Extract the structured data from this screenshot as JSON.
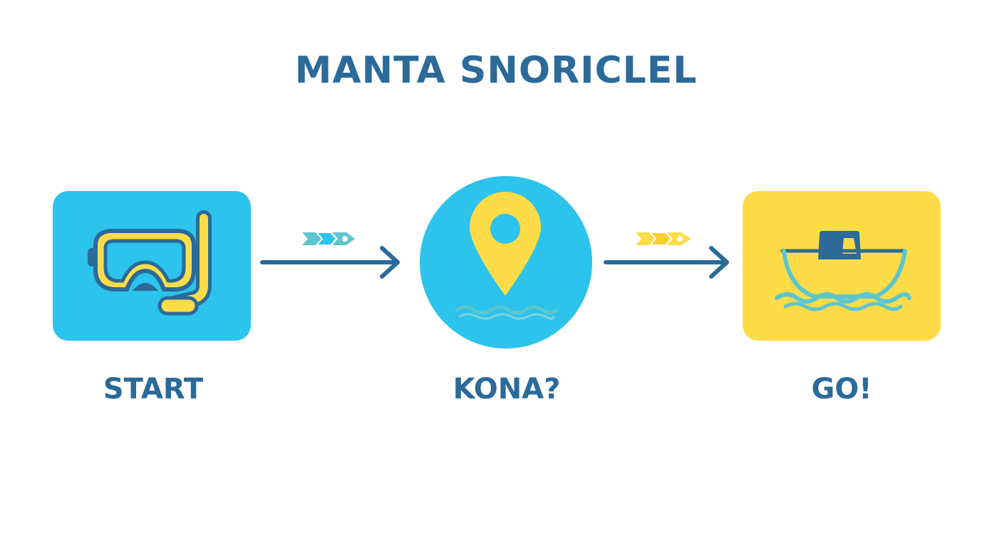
{
  "title": "MANTA SNORICLEL",
  "colors": {
    "dark_blue": "#2b6a99",
    "sky_blue": "#2cc3ec",
    "yellow": "#fddc48",
    "teal_wave": "#5cc6cf",
    "background": "#ffffff"
  },
  "steps": [
    {
      "label": "START",
      "icon": "snorkel-mask-icon",
      "shape": "rounded-square",
      "fill": "sky_blue"
    },
    {
      "label": "KONA?",
      "icon": "location-pin-icon",
      "shape": "circle",
      "fill": "sky_blue"
    },
    {
      "label": "GO!",
      "icon": "boat-icon",
      "shape": "rounded-square",
      "fill": "yellow"
    }
  ],
  "connectors": [
    {
      "from": "START",
      "to": "KONA?",
      "decoration": "double-chevron-icon",
      "decoration_color": "teal_wave"
    },
    {
      "from": "KONA?",
      "to": "GO!",
      "decoration": "double-chevron-icon",
      "decoration_color": "yellow"
    }
  ]
}
